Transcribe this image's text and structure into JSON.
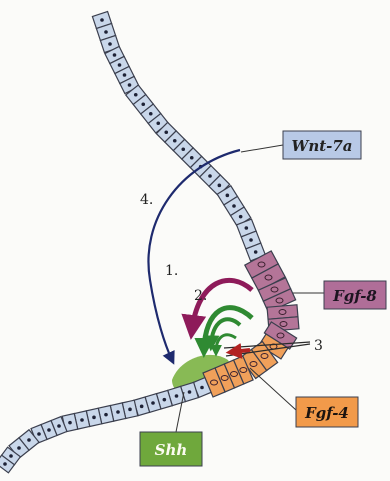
{
  "labels": {
    "wnt": "Wnt-7a",
    "fgf8": "Fgf-8",
    "fgf4": "Fgf-4",
    "shh": "Shh"
  },
  "arrow_numbers": {
    "one": "1.",
    "two": "2.",
    "three": "3",
    "four": "4."
  },
  "colors": {
    "ectoderm": "#c9d7ea",
    "cell_outline": "#3b3f4e",
    "fgf8_region": "#b47598",
    "fgf4_region": "#f0a05a",
    "shh_region": "#7bb243",
    "label_wnt_box": "#b8c9e6",
    "label_fgf8_box": "#b06e98",
    "label_fgf4_box": "#f29a4a",
    "label_shh_box": "#6fa83c",
    "arrow_1": "#8e1b5a",
    "arrow_2": "#2f8a32",
    "arrow_3": "#b22222",
    "arrow_4": "#1e2a6e"
  }
}
